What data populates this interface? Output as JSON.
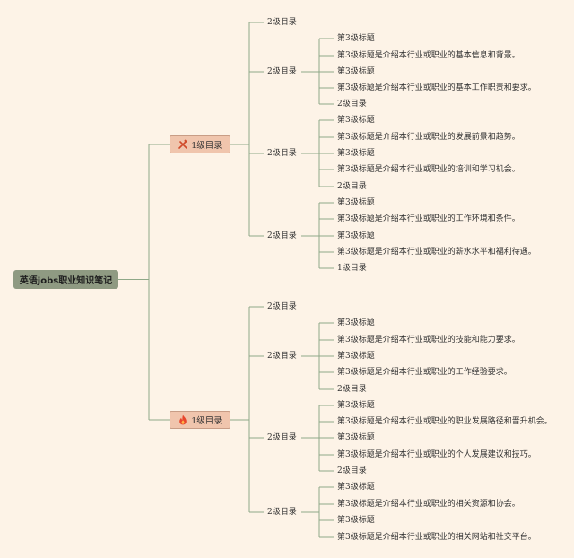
{
  "colors": {
    "background": "#fdf3e7",
    "line": "#8fa888",
    "root_fill": "#8f9a82",
    "level1_fill": "#f0c5ad"
  },
  "root": {
    "label": "英语jobs职业知识笔记"
  },
  "top": {
    "branch": {
      "label": "1级目录",
      "icon": "crossed-tools-icon"
    },
    "l2_single_a": "2级目录",
    "group1": {
      "label": "2级目录",
      "items": [
        "第3级标题",
        "第3级标题是介绍本行业或职业的基本信息和背景。",
        "第3级标题",
        "第3级标题是介绍本行业或职业的基本工作职责和要求。",
        "2级目录"
      ]
    },
    "group2": {
      "label": "2级目录",
      "items": [
        "第3级标题",
        "第3级标题是介绍本行业或职业的发展前景和趋势。",
        "第3级标题",
        "第3级标题是介绍本行业或职业的培训和学习机会。",
        "2级目录"
      ]
    },
    "group3": {
      "label": "2级目录",
      "items": [
        "第3级标题",
        "第3级标题是介绍本行业或职业的工作环境和条件。",
        "第3级标题",
        "第3级标题是介绍本行业或职业的薪水水平和福利待遇。",
        "1级目录"
      ]
    }
  },
  "bottom": {
    "branch": {
      "label": "1级目录",
      "icon": "fire-icon"
    },
    "l2_single_a": "2级目录",
    "group1": {
      "label": "2级目录",
      "items": [
        "第3级标题",
        "第3级标题是介绍本行业或职业的技能和能力要求。",
        "第3级标题",
        "第3级标题是介绍本行业或职业的工作经验要求。",
        "2级目录"
      ]
    },
    "group2": {
      "label": "2级目录",
      "items": [
        "第3级标题",
        "第3级标题是介绍本行业或职业的职业发展路径和晋升机会。",
        "第3级标题",
        "第3级标题是介绍本行业或职业的个人发展建议和技巧。",
        "2级目录"
      ]
    },
    "group3": {
      "label": "2级目录",
      "items": [
        "第3级标题",
        "第3级标题是介绍本行业或职业的相关资源和协会。",
        "第3级标题",
        "第3级标题是介绍本行业或职业的相关网站和社交平台。"
      ]
    }
  }
}
